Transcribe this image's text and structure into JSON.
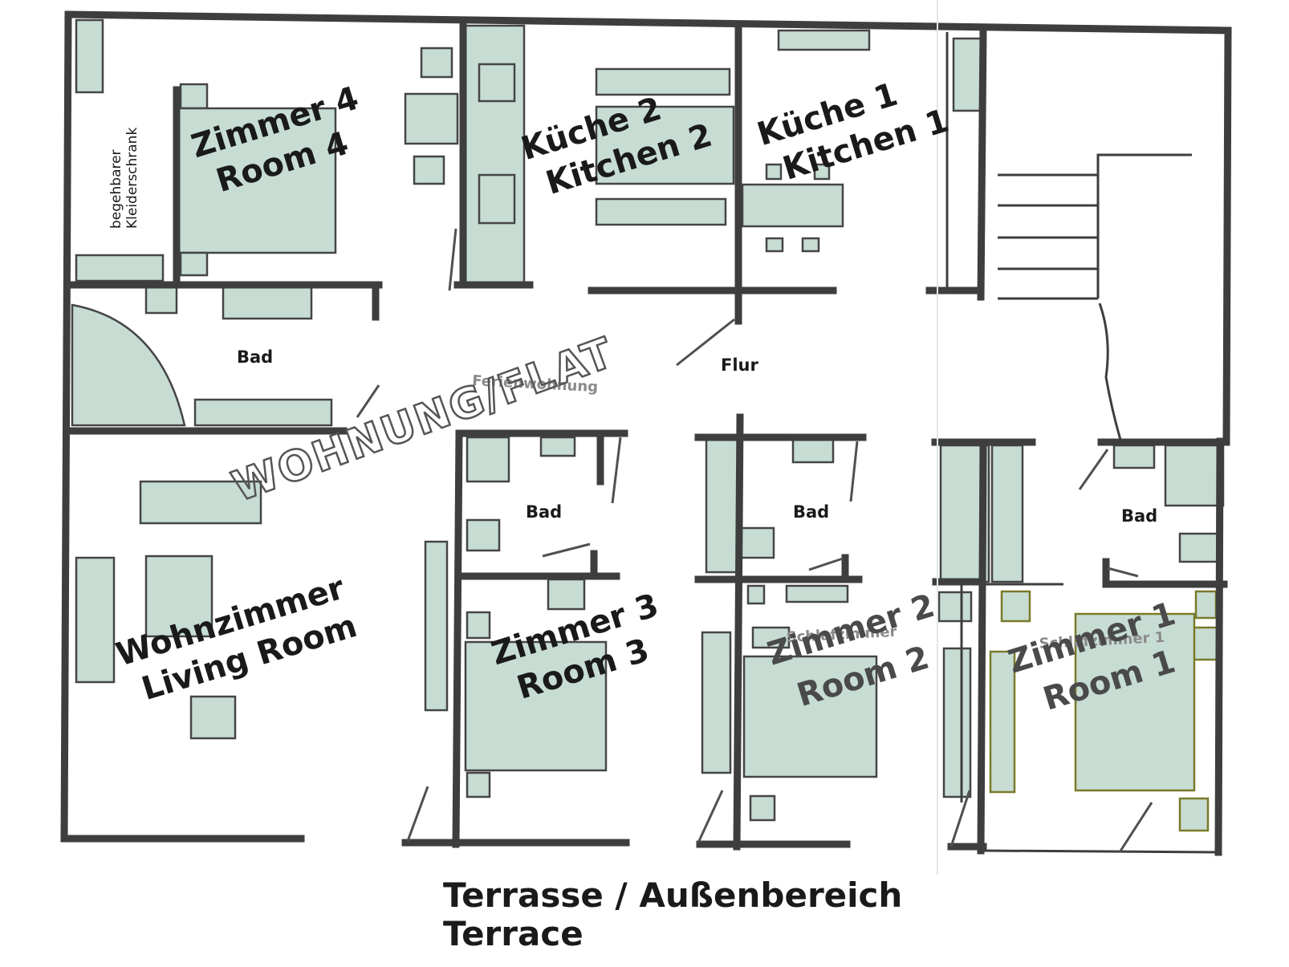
{
  "plan": {
    "flat_label": "WOHNUNG/FLAT",
    "rooms": {
      "zimmer4": {
        "de": "Zimmer 4",
        "en": "Room 4"
      },
      "kueche2": {
        "de": "Küche 2",
        "en": "Kitchen 2"
      },
      "kueche1": {
        "de": "Küche 1",
        "en": "Kitchen 1"
      },
      "wohnzimmer": {
        "de": "Wohnzimmer",
        "en": "Living Room"
      },
      "zimmer3": {
        "de": "Zimmer 3",
        "en": "Room 3"
      },
      "zimmer2": {
        "de": "Zimmer 2",
        "en": "Room 2"
      },
      "zimmer1": {
        "de": "Zimmer 1",
        "en": "Room 1"
      }
    },
    "closet": {
      "line1": "begehbarer",
      "line2": "Kleiderschrank"
    },
    "bad_labels": [
      "Bad",
      "Bad",
      "Bad",
      "Bad"
    ],
    "flur": "Flur",
    "ghost_labels": [
      "Ferienwohnung",
      "Schlafzimmer",
      "Schlafzimmer 1"
    ],
    "terrace": {
      "de": "Terrasse / Außenbereich",
      "en": "Terrace"
    }
  }
}
